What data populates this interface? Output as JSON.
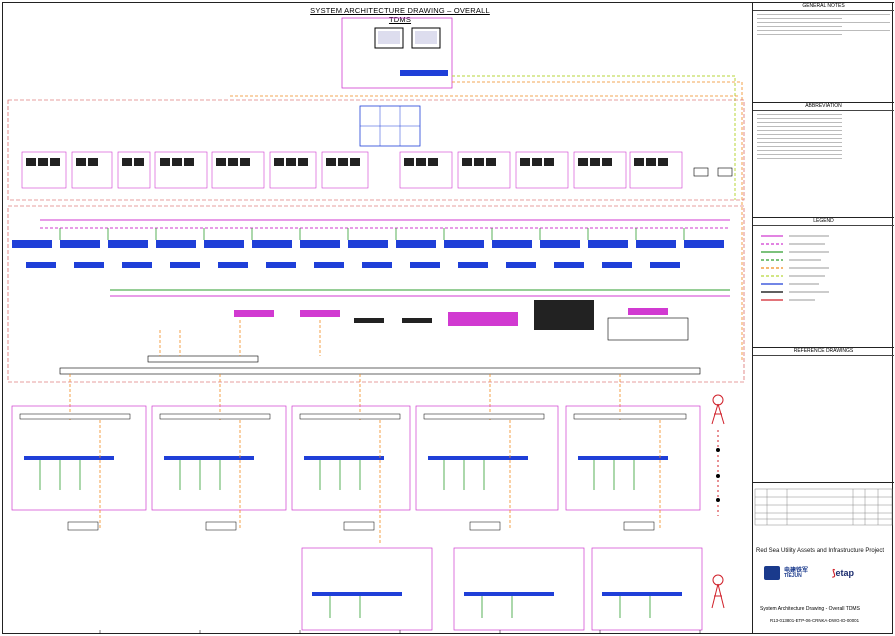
{
  "drawing_title": "SYSTEM ARCHITECTURE DRAWING  –  OVERALL TDMS",
  "title_block": {
    "sections": [
      "GENERAL NOTES",
      "ABBREVIATION",
      "LEGEND",
      "REFERENCE DRAWINGS"
    ],
    "project": "Red Sea Utility Assets and Infrastructure Project",
    "drawing_title": "System Architecture Drawing - Overall TDMS",
    "document_number": "R13-013801-ETP-06-CRNKA-DWG-ID-00001",
    "companies": {
      "tiejun_cn": "电建铁军",
      "tiejun_en": "TIEJUN",
      "etap": "etap"
    }
  },
  "colors": {
    "magenta": "#d13ad1",
    "green": "#2e9e2e",
    "orange": "#f08a1c",
    "yellowgreen": "#b7d63a",
    "blue": "#1f3fd8",
    "navy": "#1a2b6d",
    "red_tower": "#d0202a"
  }
}
